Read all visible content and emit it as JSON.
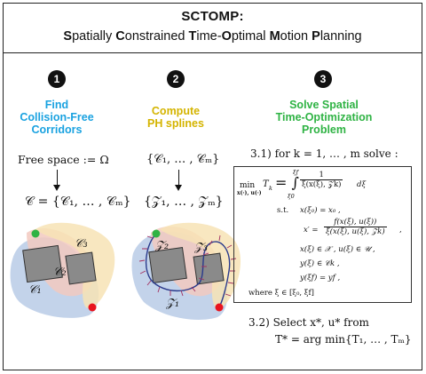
{
  "header": {
    "title": "SCTOMP:",
    "subtitle_parts": [
      {
        "text": "S",
        "bold": true
      },
      {
        "text": "patially ",
        "bold": false
      },
      {
        "text": "C",
        "bold": true
      },
      {
        "text": "onstrained ",
        "bold": false
      },
      {
        "text": "T",
        "bold": true
      },
      {
        "text": "ime-",
        "bold": false
      },
      {
        "text": "O",
        "bold": true
      },
      {
        "text": "ptimal ",
        "bold": false
      },
      {
        "text": "M",
        "bold": true
      },
      {
        "text": "otion ",
        "bold": false
      },
      {
        "text": "P",
        "bold": true
      },
      {
        "text": "lanning",
        "bold": false
      }
    ]
  },
  "steps": [
    {
      "number": "1",
      "title_line1": "Find",
      "title_line2": "Collision-Free",
      "title_line3": "Corridors",
      "color": "#1aa2e0",
      "eq1": "Free space := Ω",
      "eq2": "𝒞 = {𝒞₁, … , 𝒞ₘ}",
      "labels": {
        "c1": "𝒞₁",
        "c2": "𝒞₂",
        "c3": "𝒞₃"
      }
    },
    {
      "number": "2",
      "title_line1": "Compute",
      "title_line2": "PH splines",
      "color": "#d4b400",
      "eq1": "{𝒞₁, … , 𝒞ₘ}",
      "eq2": "{𝒵₁, … , 𝒵ₘ}",
      "labels": {
        "z1": "𝒵₁",
        "z2": "𝒵₂",
        "z3": "𝒵₃"
      }
    },
    {
      "number": "3",
      "title_line1": "Solve Spatial",
      "title_line2": "Time-Optimization",
      "title_line3": "Problem",
      "color": "#2fb344",
      "loop": "3.1)  for  k = 1, … , m  solve :",
      "opt": {
        "min": "min",
        "min_sub": "x(·), u(·)",
        "cost_lhs": "T",
        "cost_sub": "k",
        "int": "= ∫",
        "int_upper": "ξf",
        "int_lower": "ξ0",
        "frac_num": "1",
        "frac_den": "ξ̇(x(ξ), 𝒵k)",
        "dxi": "dξ",
        "st": "s.t.",
        "c1": "x(ξ₀) = x₀ ,",
        "c2_lhs": "x′ =",
        "c2_num": "f(x(ξ), u(ξ))",
        "c2_den": "ξ̇(x(ξ), u(ξ), 𝒵k)",
        "c2_end": ",",
        "c3": "x(ξ) ∈ 𝒳 ,  u(ξ) ∈ 𝒰 ,",
        "c4": "y(ξ) ∈ 𝒞k ,",
        "c5": "y(ξf) = yf ,",
        "where": "where  ξ ∈ [ξ₀, ξf]"
      },
      "select": "3.2)  Select  x*, u*  from",
      "argmin": "T* = arg min{T₁, … , Tₘ}"
    }
  ],
  "colors": {
    "corridor_blue": "#b9cbe6",
    "corridor_pink": "#f2c9c0",
    "corridor_yellow": "#f7e3b5",
    "obstacle": "#8a8a8a",
    "start": "#2fb344",
    "goal": "#e8141e",
    "spline": "#2a3a8c",
    "ticks": "#a23060"
  }
}
